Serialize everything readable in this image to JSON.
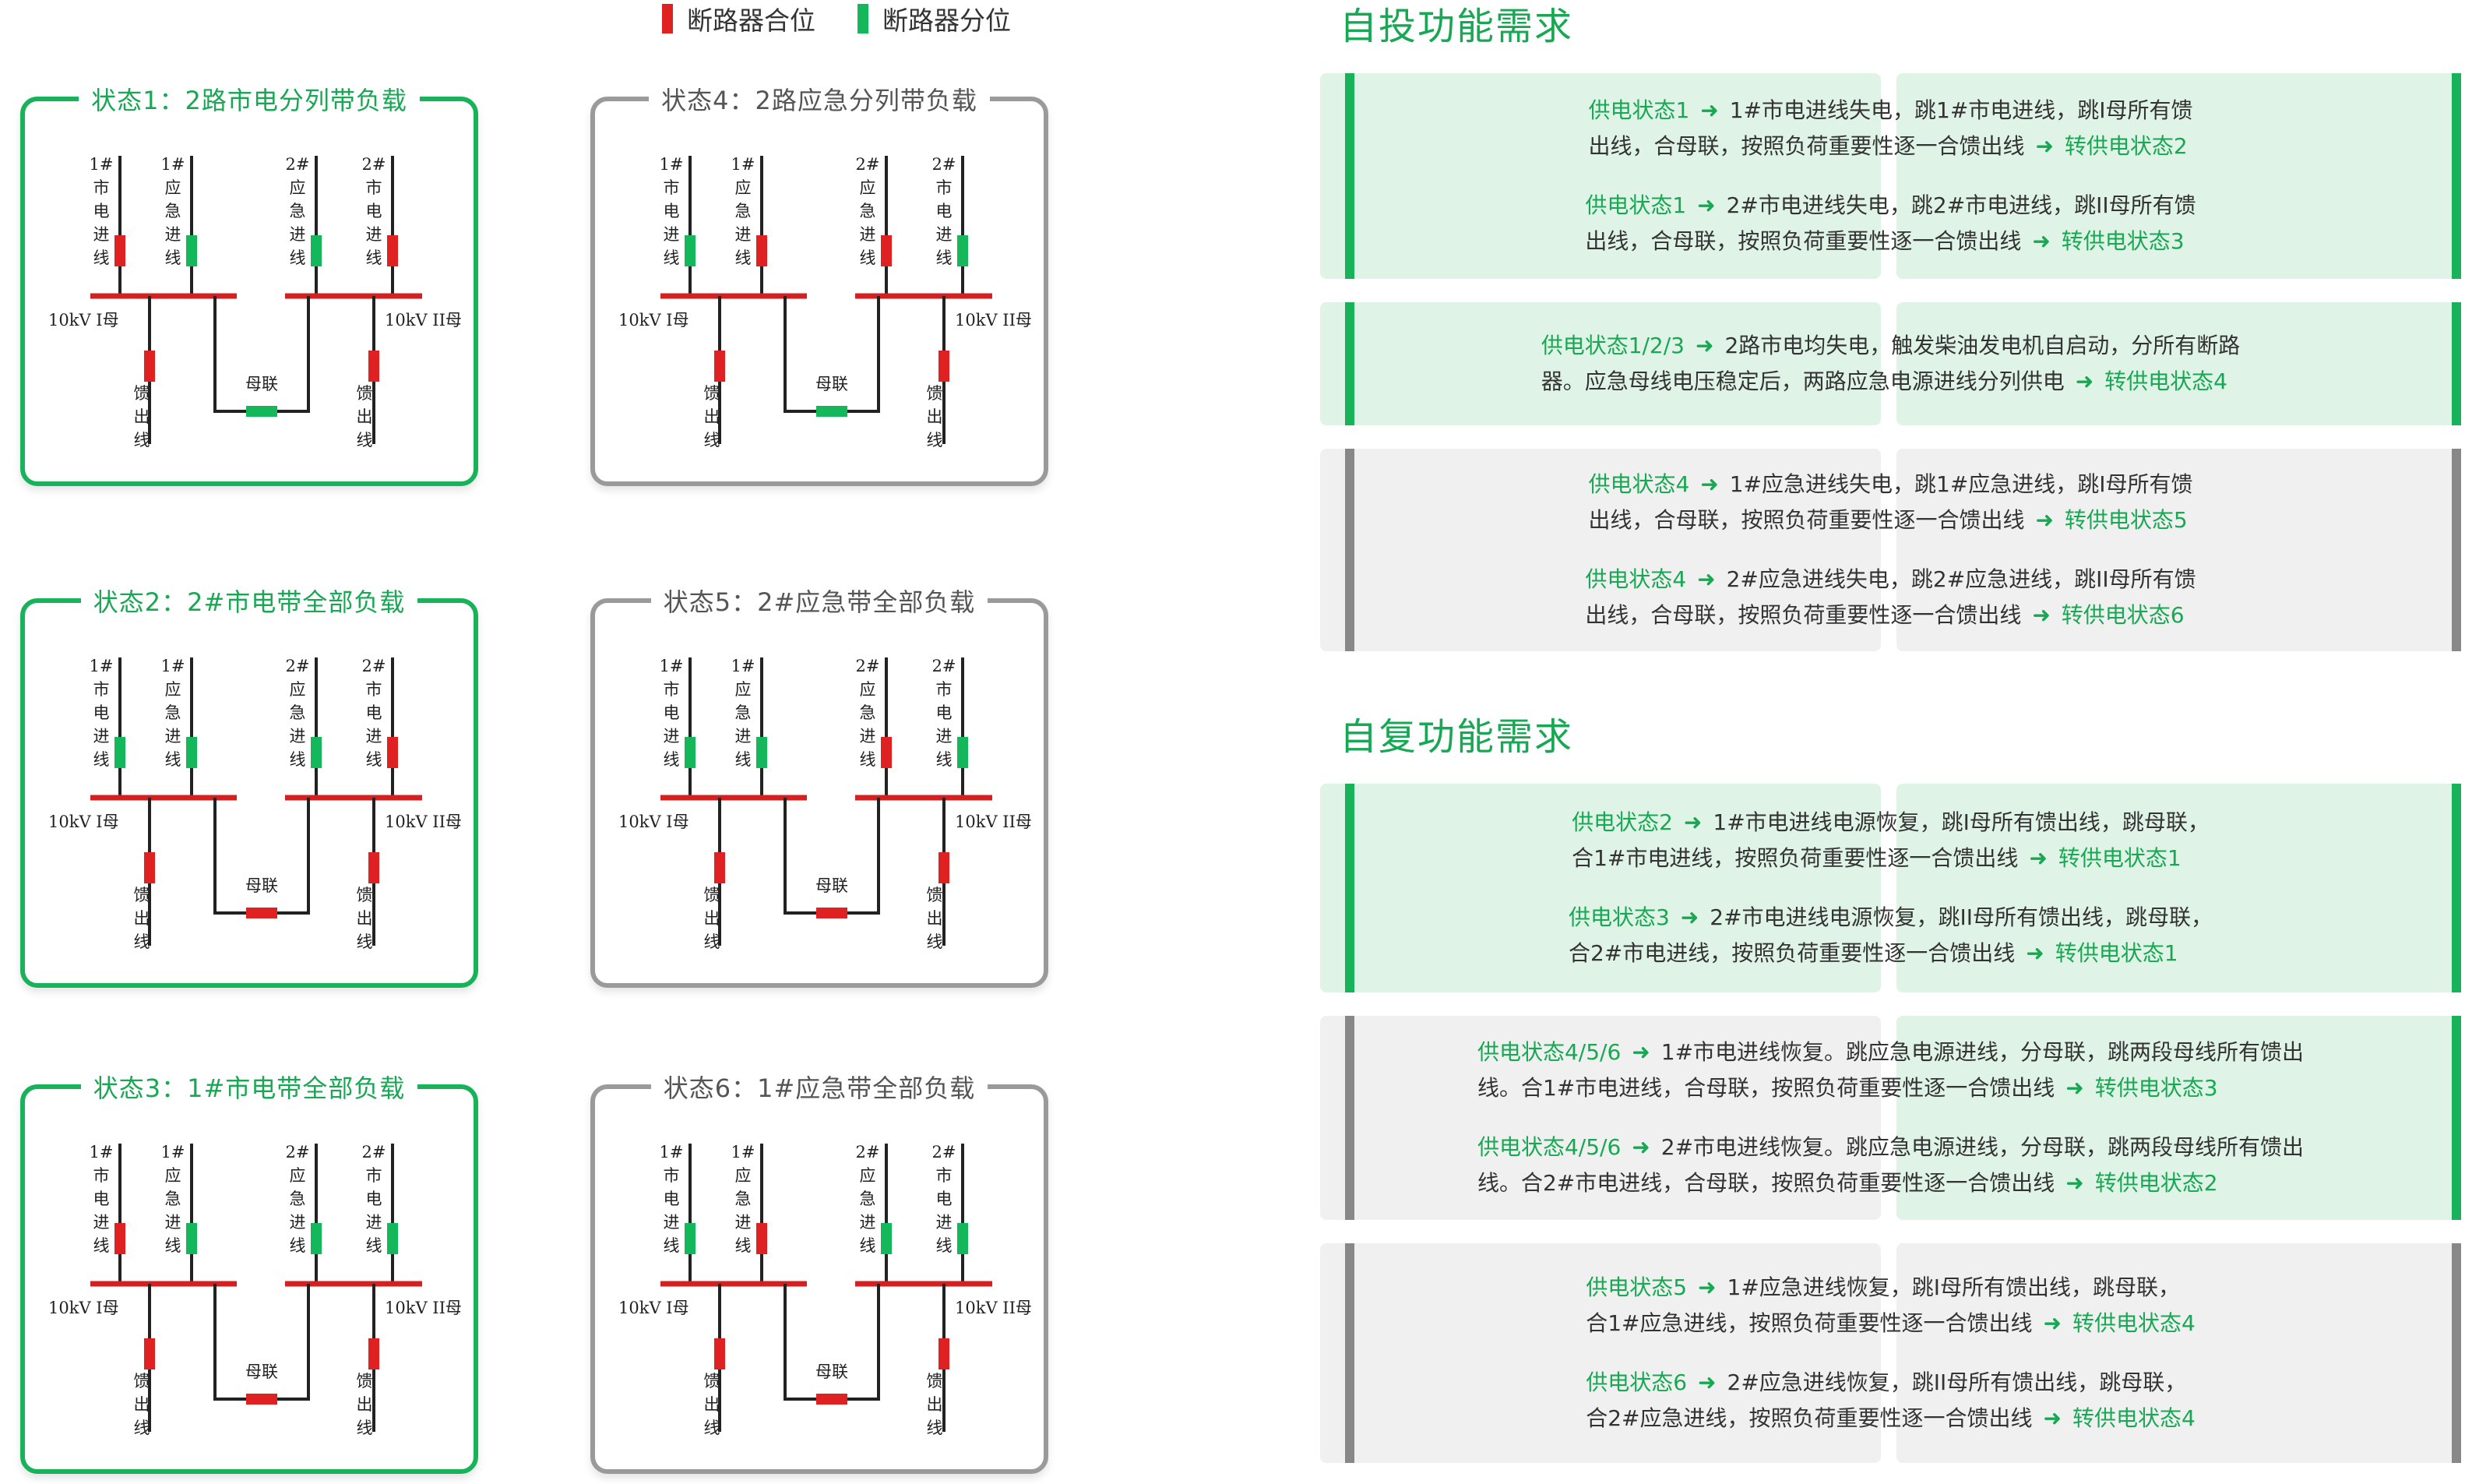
{
  "legend": {
    "closed_label": "断路器合位",
    "open_label": "断路器分位",
    "colors": {
      "closed": "#e02121",
      "open": "#14b85a"
    }
  },
  "diagram_labels": {
    "utility_1": "1#\n市\n电\n进\n线",
    "emergency_1": "1#\n应\n急\n进\n线",
    "emergency_2": "2#\n应\n急\n进\n线",
    "utility_2": "2#\n市\n电\n进\n线",
    "bus_1": "10kV Ⅰ母",
    "bus_2": "10kV ⅠⅠ母",
    "tie": "母联",
    "feeder": "馈\n出\n线"
  },
  "states": [
    {
      "title": "状态1：2路市电分列带负载",
      "theme": "green",
      "breakers": {
        "u1": "closed",
        "e1": "open",
        "e2": "open",
        "u2": "closed",
        "f1": "closed",
        "f2": "closed",
        "tie": "open"
      }
    },
    {
      "title": "状态4：2路应急分列带负载",
      "theme": "gray",
      "breakers": {
        "u1": "open",
        "e1": "closed",
        "e2": "closed",
        "u2": "open",
        "f1": "closed",
        "f2": "closed",
        "tie": "open"
      }
    },
    {
      "title": "状态2：2#市电带全部负载",
      "theme": "green",
      "breakers": {
        "u1": "open",
        "e1": "open",
        "e2": "open",
        "u2": "closed",
        "f1": "closed",
        "f2": "closed",
        "tie": "closed"
      }
    },
    {
      "title": "状态5：2#应急带全部负载",
      "theme": "gray",
      "breakers": {
        "u1": "open",
        "e1": "open",
        "e2": "closed",
        "u2": "open",
        "f1": "closed",
        "f2": "closed",
        "tie": "closed"
      }
    },
    {
      "title": "状态3：1#市电带全部负载",
      "theme": "green",
      "breakers": {
        "u1": "closed",
        "e1": "open",
        "e2": "open",
        "u2": "open",
        "f1": "closed",
        "f2": "closed",
        "tie": "closed"
      }
    },
    {
      "title": "状态6：1#应急带全部负载",
      "theme": "gray",
      "breakers": {
        "u1": "open",
        "e1": "closed",
        "e2": "open",
        "u2": "open",
        "f1": "closed",
        "f2": "closed",
        "tie": "closed"
      }
    }
  ],
  "auto_switch": {
    "title": "自投功能需求",
    "groups": [
      {
        "theme": "green",
        "items": [
          {
            "from": "供电状态1",
            "line1": "1#市电进线失电，跳1#市电进线，跳Ⅰ母所有馈",
            "line2": "出线，合母联，按照负荷重要性逐一合馈出线",
            "to": "转供电状态2"
          },
          {
            "from": "供电状态1",
            "line1": "2#市电进线失电，跳2#市电进线，跳ⅠⅠ母所有馈",
            "line2": "出线，合母联，按照负荷重要性逐一合馈出线",
            "to": "转供电状态3"
          }
        ]
      },
      {
        "theme": "green",
        "items": [
          {
            "from": "供电状态1/2/3",
            "line1": "2路市电均失电，触发柴油发电机自启动，分所有断路",
            "line2": "器。应急母线电压稳定后，两路应急电源进线分列供电",
            "to": "转供电状态4"
          }
        ]
      },
      {
        "theme": "gray",
        "items": [
          {
            "from": "供电状态4",
            "line1": "1#应急进线失电，跳1#应急进线，跳Ⅰ母所有馈",
            "line2": "出线，合母联，按照负荷重要性逐一合馈出线",
            "to": "转供电状态5"
          },
          {
            "from": "供电状态4",
            "line1": "2#应急进线失电，跳2#应急进线，跳ⅠⅠ母所有馈",
            "line2": "出线，合母联，按照负荷重要性逐一合馈出线",
            "to": "转供电状态6"
          }
        ]
      }
    ]
  },
  "auto_restore": {
    "title": "自复功能需求",
    "groups": [
      {
        "theme": "green",
        "items": [
          {
            "from": "供电状态2",
            "line1": "1#市电进线电源恢复，跳Ⅰ母所有馈出线，跳母联，",
            "line2": "合1#市电进线，按照负荷重要性逐一合馈出线",
            "to": "转供电状态1"
          },
          {
            "from": "供电状态3",
            "line1": "2#市电进线电源恢复，跳ⅠⅠ母所有馈出线，跳母联，",
            "line2": "合2#市电进线，按照负荷重要性逐一合馈出线",
            "to": "转供电状态1"
          }
        ]
      },
      {
        "theme": "mixed",
        "items": [
          {
            "from": "供电状态4/5/6",
            "line1": "1#市电进线恢复。跳应急电源进线，分母联，跳两段母线所有馈出",
            "line2": "线。合1#市电进线，合母联，按照负荷重要性逐一合馈出线",
            "to": "转供电状态3"
          },
          {
            "from": "供电状态4/5/6",
            "line1": "2#市电进线恢复。跳应急电源进线，分母联，跳两段母线所有馈出",
            "line2": "线。合2#市电进线，合母联，按照负荷重要性逐一合馈出线",
            "to": "转供电状态2"
          }
        ]
      },
      {
        "theme": "gray",
        "items": [
          {
            "from": "供电状态5",
            "line1": "1#应急进线恢复，跳Ⅰ母所有馈出线，跳母联，",
            "line2": "合1#应急进线，按照负荷重要性逐一合馈出线",
            "to": "转供电状态4"
          },
          {
            "from": "供电状态6",
            "line1": "2#应急进线恢复，跳ⅠⅠ母所有馈出线，跳母联，",
            "line2": "合2#应急进线，按照负荷重要性逐一合馈出线",
            "to": "转供电状态4"
          }
        ]
      }
    ]
  }
}
